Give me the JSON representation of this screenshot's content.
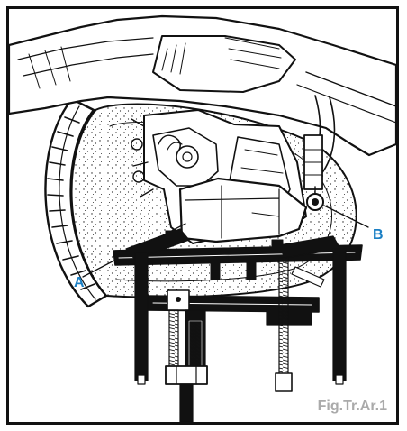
{
  "callouts": [
    {
      "letter": "A",
      "color": "#1a7fc4"
    },
    {
      "letter": "B",
      "color": "#1a7fc4"
    }
  ],
  "caption": {
    "text": "Fig.Tr.Ar.1",
    "color": "#aaaaaa"
  },
  "colors": {
    "line": "#111111",
    "paper": "#ffffff",
    "callout": "#1a7fc4",
    "caption": "#aaaaaa"
  }
}
